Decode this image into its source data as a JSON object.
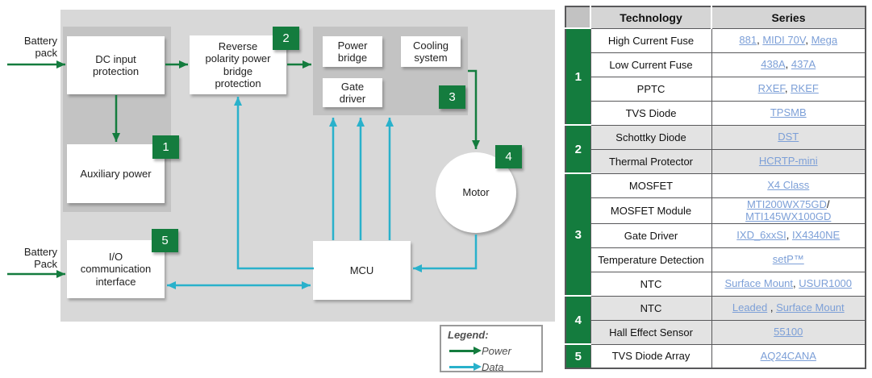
{
  "colors": {
    "power_green": "#147C3E",
    "data_cyan": "#29B1CB",
    "link_blue": "#7C9FD7"
  },
  "diagram": {
    "battery_pack_top": "Battery\npack",
    "battery_pack_bottom": "Battery\nPack",
    "boxes": {
      "dc_input": "DC input\nprotection",
      "reverse_polarity": "Reverse\npolarity power\nbridge\nprotection",
      "power_bridge": "Power\nbridge",
      "cooling_system": "Cooling\nsystem",
      "gate_driver": "Gate\ndriver",
      "auxiliary_power": "Auxiliary power",
      "motor": "Motor",
      "mcu": "MCU",
      "io_interface": "I/O\ncommunication\ninterface"
    },
    "badges": {
      "b1": "1",
      "b2": "2",
      "b3": "3",
      "b4": "4",
      "b5": "5"
    }
  },
  "legend": {
    "title": "Legend:",
    "power_label": "Power",
    "data_label": "Data"
  },
  "table": {
    "header": {
      "technology": "Technology",
      "series": "Series"
    },
    "groups": [
      {
        "number": "1",
        "shaded": false,
        "rows": [
          {
            "tech": "High Current Fuse",
            "series": [
              {
                "text": "881",
                "link": true
              },
              {
                "text": ", ",
                "link": false
              },
              {
                "text": "MIDI 70V",
                "link": true
              },
              {
                "text": ", ",
                "link": false
              },
              {
                "text": "Mega",
                "link": true
              }
            ]
          },
          {
            "tech": "Low Current Fuse",
            "series": [
              {
                "text": "438A",
                "link": true
              },
              {
                "text": ", ",
                "link": false
              },
              {
                "text": "437A",
                "link": true
              }
            ]
          },
          {
            "tech": "PPTC",
            "series": [
              {
                "text": "RXEF",
                "link": true
              },
              {
                "text": ", ",
                "link": false
              },
              {
                "text": "RKEF",
                "link": true
              }
            ]
          },
          {
            "tech": "TVS Diode",
            "series": [
              {
                "text": "TPSMB",
                "link": true
              }
            ]
          }
        ]
      },
      {
        "number": "2",
        "shaded": true,
        "rows": [
          {
            "tech": "Schottky Diode",
            "series": [
              {
                "text": "DST",
                "link": true
              }
            ]
          },
          {
            "tech": "Thermal Protector",
            "series": [
              {
                "text": "HCRTP-mini",
                "link": true
              }
            ]
          }
        ]
      },
      {
        "number": "3",
        "shaded": false,
        "rows": [
          {
            "tech": "MOSFET",
            "series": [
              {
                "text": "X4 Class",
                "link": true
              }
            ]
          },
          {
            "tech": "MOSFET Module",
            "series": [
              {
                "text": "MTI200WX75GD",
                "link": true
              },
              {
                "text": "/",
                "link": false
              },
              {
                "break": true
              },
              {
                "text": "MTI145WX100GD",
                "link": true
              }
            ]
          },
          {
            "tech": "Gate Driver",
            "series": [
              {
                "text": "IXD_6xxSI",
                "link": true
              },
              {
                "text": ", ",
                "link": false
              },
              {
                "text": "IX4340NE",
                "link": true
              }
            ]
          },
          {
            "tech": "Temperature Detection",
            "series": [
              {
                "text": "setP™",
                "link": true
              }
            ]
          },
          {
            "tech": "NTC",
            "series": [
              {
                "text": "Surface Mount",
                "link": true
              },
              {
                "text": ", ",
                "link": false
              },
              {
                "text": "USUR1000",
                "link": true
              }
            ]
          }
        ]
      },
      {
        "number": "4",
        "shaded": true,
        "rows": [
          {
            "tech": "NTC",
            "series": [
              {
                "text": "Leaded",
                "link": true
              },
              {
                "text": " , ",
                "link": false
              },
              {
                "text": "Surface Mount",
                "link": true
              }
            ]
          },
          {
            "tech": "Hall Effect Sensor",
            "series": [
              {
                "text": "55100",
                "link": true
              }
            ]
          }
        ]
      },
      {
        "number": "5",
        "shaded": false,
        "rows": [
          {
            "tech": "TVS Diode Array",
            "series": [
              {
                "text": "AQ24CANA",
                "link": true
              }
            ]
          }
        ]
      }
    ]
  }
}
